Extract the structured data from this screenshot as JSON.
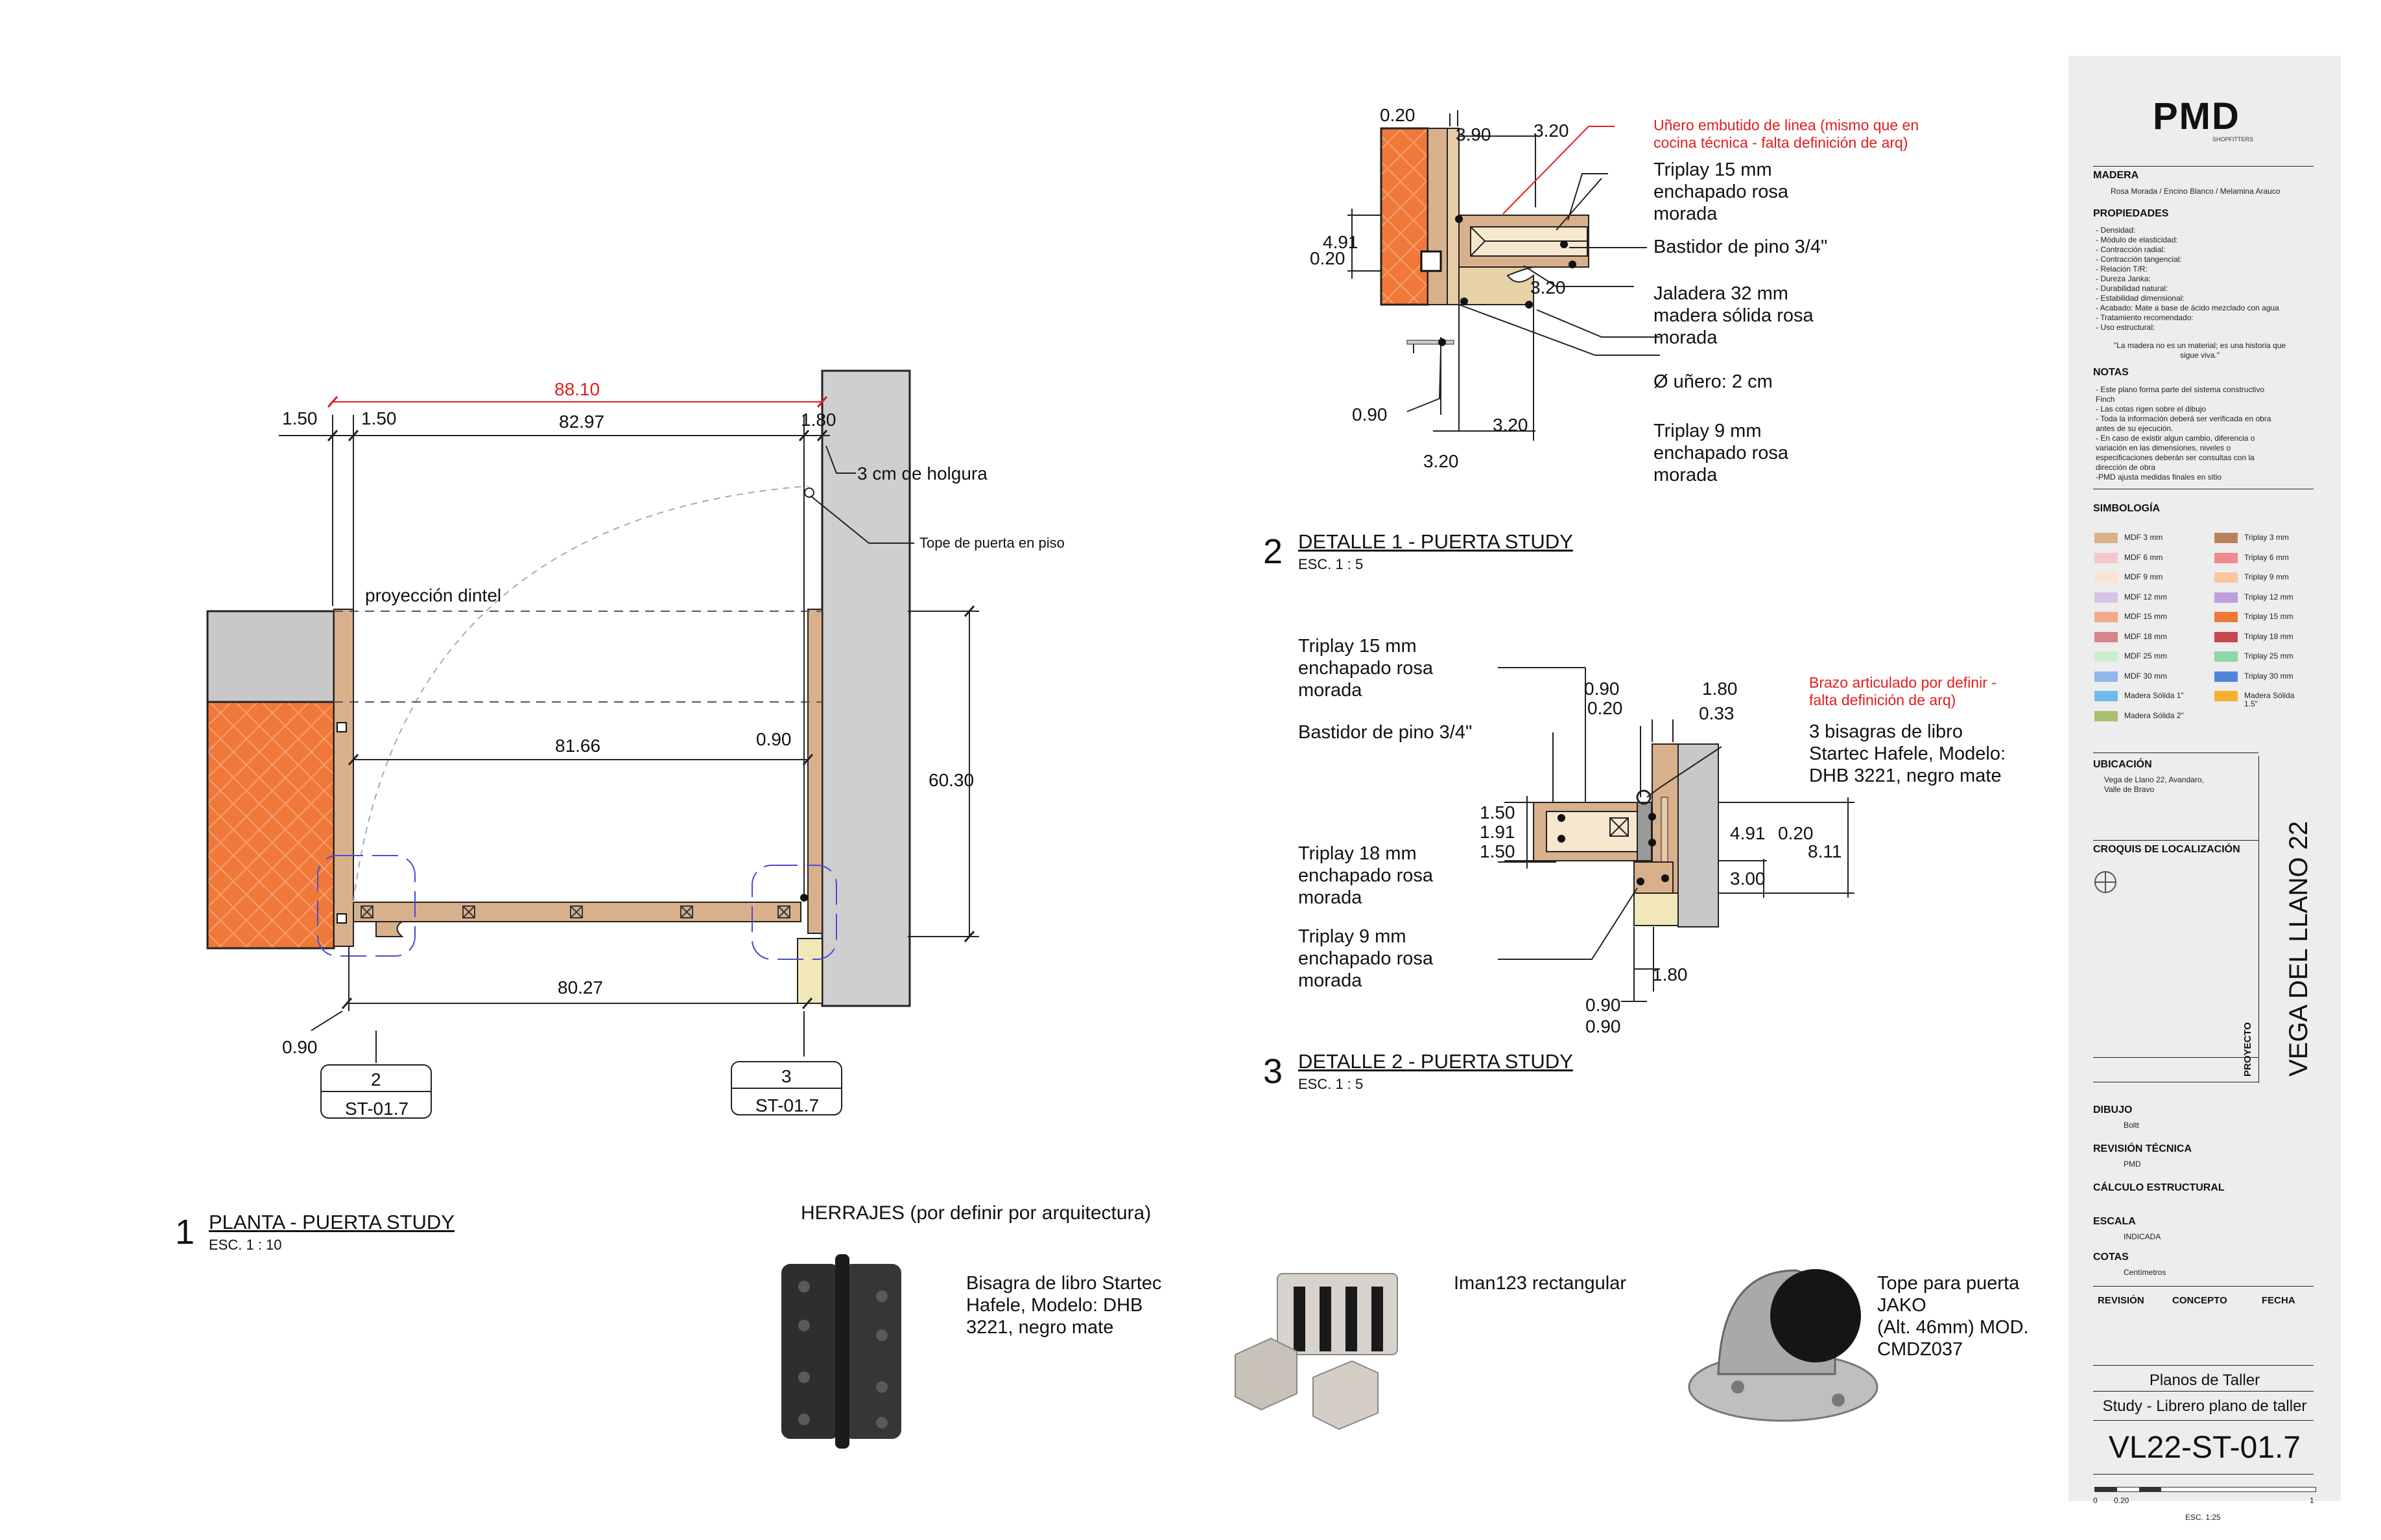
{
  "plan": {
    "number": "1",
    "title": "PLANTA - PUERTA STUDY",
    "scale": "ESC.  1 : 10",
    "dims": {
      "overall_red": "88.10",
      "left1": "1.50",
      "left2": "1.50",
      "inner": "82.97",
      "right": "1.80",
      "clearance": "3 cm de holgura",
      "stop_note": "Tope de puerta en piso",
      "lintel": "proyección dintel",
      "mid": "81.66",
      "mid_right": "0.90",
      "depth": "60.30",
      "bottom": "80.27",
      "bottom_left": "0.90"
    },
    "callouts": [
      {
        "num": "2",
        "sheet": "ST-01.7"
      },
      {
        "num": "3",
        "sheet": "ST-01.7"
      }
    ]
  },
  "detail1": {
    "number": "2",
    "title": "DETALLE 1 - PUERTA STUDY",
    "scale": "ESC.  1 : 5",
    "note_red": "Uñero embutido de linea (mismo que en\ncocina técnica -  falta definición de arq)",
    "labels": [
      "Triplay 15 mm\nenchapado rosa\nmorada",
      "Bastidor de pino 3/4\"",
      "Jaladera 32 mm\nmadera sólida rosa\nmorada",
      "Ø uñero: 2 cm",
      "Triplay 9 mm\nenchapado rosa\nmorada"
    ],
    "dims": [
      "0.20",
      "3.90",
      "3.20",
      "4.91",
      "0.20",
      "3.20",
      "0.90",
      "3.20",
      "3.20"
    ]
  },
  "detail2": {
    "number": "3",
    "title": "DETALLE 2 - PUERTA STUDY",
    "scale": "ESC.  1 : 5",
    "note_red": "Brazo articulado por definir -\nfalta definición de arq)",
    "labels_left": [
      "Triplay 15 mm\nenchapado rosa\nmorada",
      "Bastidor de pino 3/4\"",
      "Triplay 18 mm\nenchapado rosa\nmorada",
      "Triplay 9 mm\nenchapado rosa\nmorada"
    ],
    "label_right": "3 bisagras de libro\nStartec Hafele, Modelo:\nDHB 3221, negro mate",
    "dims": [
      "0.90",
      "0.20",
      "1.80",
      "0.33",
      "1.50",
      "1.91",
      "1.50",
      "4.91",
      "0.20",
      "8.11",
      "3.00",
      "1.80",
      "0.90",
      "0.90"
    ]
  },
  "hardware": {
    "title": "HERRAJES (por definir por arquitectura)",
    "items": [
      {
        "label": "Bisagra de libro Startec\nHafele, Modelo: DHB\n3221, negro mate",
        "icon": "hinge-icon"
      },
      {
        "label": "Iman123 rectangular",
        "icon": "magnet-icon"
      },
      {
        "label": "Tope para puerta\nJAKO\n (Alt. 46mm) MOD.\nCMDZ037",
        "icon": "door-stop-icon"
      }
    ]
  },
  "titleblock": {
    "logo": "PMD",
    "logo_sub": "SHOPFITTERS",
    "madera_h": "MADERA",
    "madera": "Rosa Morada / Encino Blanco / Melamina Arauco",
    "prop_h": "PROPIEDADES",
    "props": "- Densidad:\n- Módulo de elasticidad:\n- Contracción radial:\n- Contracción tangencial:\n- Relación T/R:\n- Dureza Janka:\n- Durabilidad natural:\n- Estabilidad dimensional:\n- Acabado: Mate a base de ácido mezclado con agua\n- Tratamiento recomendado:\n- Uso estructural:",
    "quote": "\"La madera no es un material; es una historia que\nsigue viva.\"",
    "notas_h": "NOTAS",
    "notas": "- Este plano forma parte del sistema constructivo\nFinch\n- Las cotas rigen sobre el dibujo\n- Toda la información deberá ser verificada en obra\nantes de su ejecución.\n- En caso de existir algun cambio, diferencia o\nvariación en las dimensiones, niveles o\nespecificaciones deberán ser consultas con la\ndirección de obra\n-PMD ajusta medidas finales en sitio",
    "simb_h": "SIMBOLOGÍA",
    "symbols": [
      {
        "name": "MDF 3 mm",
        "color": "#d9b08c"
      },
      {
        "name": "Triplay 3 mm",
        "color": "#b8835a"
      },
      {
        "name": "MDF 6 mm",
        "color": "#f7c6c8"
      },
      {
        "name": "Triplay 6 mm",
        "color": "#f08a8e"
      },
      {
        "name": "MDF 9 mm",
        "color": "#fbe3cf"
      },
      {
        "name": "Triplay 9 mm",
        "color": "#f6c9a0"
      },
      {
        "name": "MDF 12 mm",
        "color": "#d6c4e6"
      },
      {
        "name": "Triplay 12 mm",
        "color": "#bfa0dc"
      },
      {
        "name": "MDF 15 mm",
        "color": "#f3a98a"
      },
      {
        "name": "Triplay 15 mm",
        "color": "#f07838"
      },
      {
        "name": "MDF 18 mm",
        "color": "#d9848a"
      },
      {
        "name": "Triplay 18 mm",
        "color": "#c8484e"
      },
      {
        "name": "MDF 25 mm",
        "color": "#cdeccd"
      },
      {
        "name": "Triplay 25 mm",
        "color": "#8fd6a8"
      },
      {
        "name": "MDF 30 mm",
        "color": "#8fb8ec"
      },
      {
        "name": "Triplay 30 mm",
        "color": "#4e86dc"
      },
      {
        "name": "Madera Sólida 1\"",
        "color": "#6fb9ec"
      },
      {
        "name": "Madera Sólida\n1.5\"",
        "color": "#f4b030"
      },
      {
        "name": "Madera Sólida 2\"",
        "color": "#a8c070"
      }
    ],
    "ubic_h": "UBICACIÓN",
    "ubic": "Vega de Llano 22, Avandaro,\nValle de Bravo",
    "croquis_h": "CROQUIS DE LOCALIZACIÓN",
    "proyecto_h": "PROYECTO",
    "proyecto": "VEGA DEL LLANO 22",
    "dibujo_h": "DIBUJO",
    "dibujo": "Boltt",
    "rev_h": "REVISIÓN TÉCNICA",
    "rev": "PMD",
    "calc_h": "CÁLCULO ESTRUCTURAL",
    "escala_h": "ESCALA",
    "escala": "INDICADA",
    "cotas_h": "COTAS",
    "cotas": "Centímetros",
    "col1": "REVISIÓN",
    "col2": "CONCEPTO",
    "col3": "FECHA",
    "sheet_title1": "Planos de Taller",
    "sheet_title2": "Study - Librero plano de taller",
    "sheet_code": "VL22-ST-01.7",
    "bar0": "0",
    "bar1": "0.20",
    "bar2": "1",
    "bar_scale": "ESC. 1:25"
  }
}
